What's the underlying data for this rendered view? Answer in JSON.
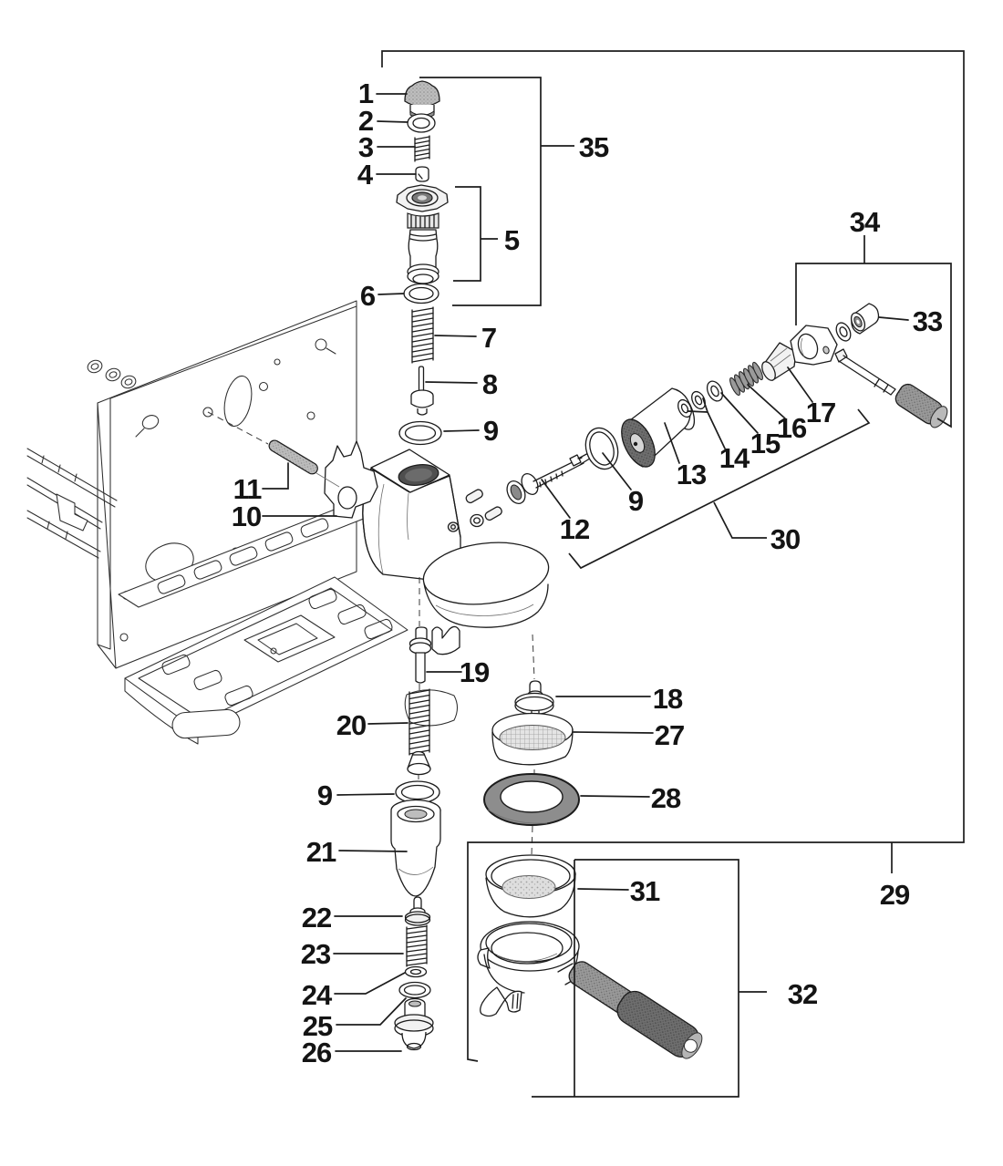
{
  "diagram": {
    "kind": "exploded-parts-diagram",
    "callouts": [
      "1",
      "2",
      "3",
      "4",
      "35",
      "5",
      "6",
      "7",
      "8",
      "9",
      "34",
      "33",
      "17",
      "16",
      "15",
      "14",
      "13",
      "9",
      "12",
      "11",
      "10",
      "30",
      "19",
      "18",
      "20",
      "27",
      "9",
      "28",
      "21",
      "31",
      "29",
      "22",
      "23",
      "24",
      "25",
      "26",
      "32"
    ],
    "colors": {
      "ink": "#1c1c1c",
      "paper": "#ffffff",
      "knurled_metal": "#8a8a8a",
      "dark_rubber_gasket": "#8d8d8d",
      "shaded_fill": "#6f6f6f"
    }
  }
}
